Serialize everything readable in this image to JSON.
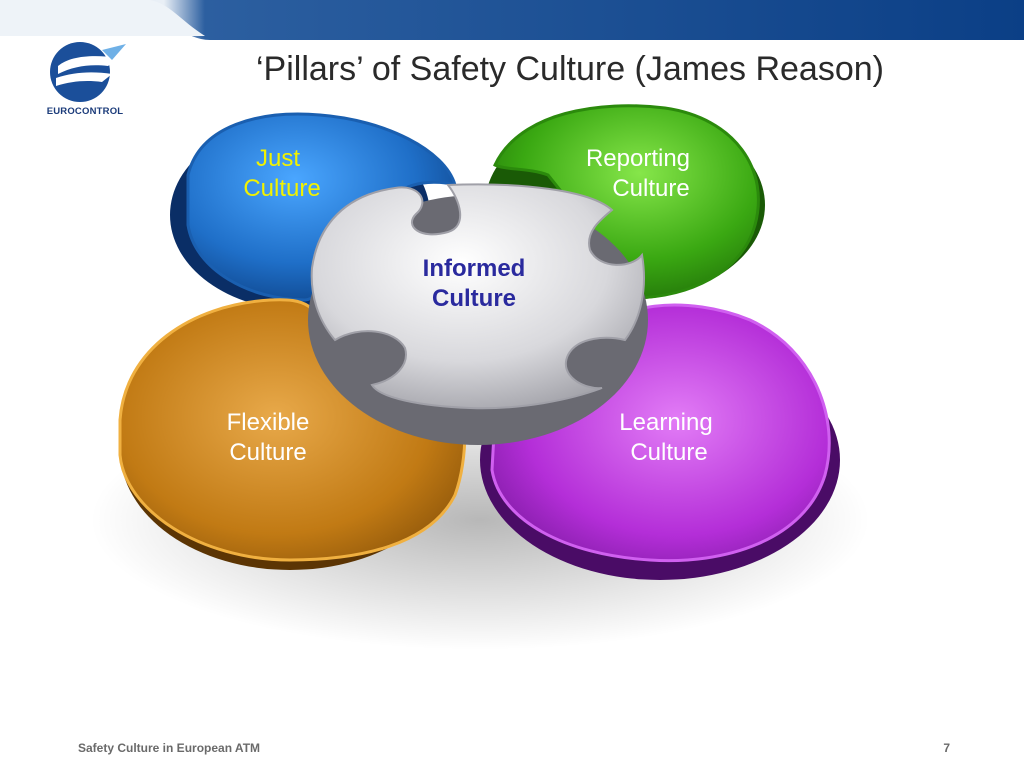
{
  "title": "‘Pillars’ of Safety Culture (James Reason)",
  "logo": {
    "text": "EUROCONTROL",
    "icon": "eurocontrol-logo-icon"
  },
  "pieces": {
    "just": {
      "line1": "Just",
      "line2": "Culture",
      "color": "#1f6fc8",
      "text_color": "#f2f200"
    },
    "reporting": {
      "line1": "Reporting",
      "line2": "Culture",
      "color": "#3aa812",
      "text_color": "#ffffff"
    },
    "informed": {
      "line1": "Informed",
      "line2": "Culture",
      "color": "#d8d8dc",
      "text_color": "#2a2a9e"
    },
    "flexible": {
      "line1": "Flexible",
      "line2": "Culture",
      "color": "#c17a14",
      "text_color": "#ffffff"
    },
    "learning": {
      "line1": "Learning",
      "line2": "Culture",
      "color": "#b42ed8",
      "text_color": "#ffffff"
    }
  },
  "footer": {
    "text": "Safety Culture in European ATM",
    "page": "7"
  },
  "colors": {
    "banner": "#0b3f86",
    "accent": "#1b3b7a"
  }
}
